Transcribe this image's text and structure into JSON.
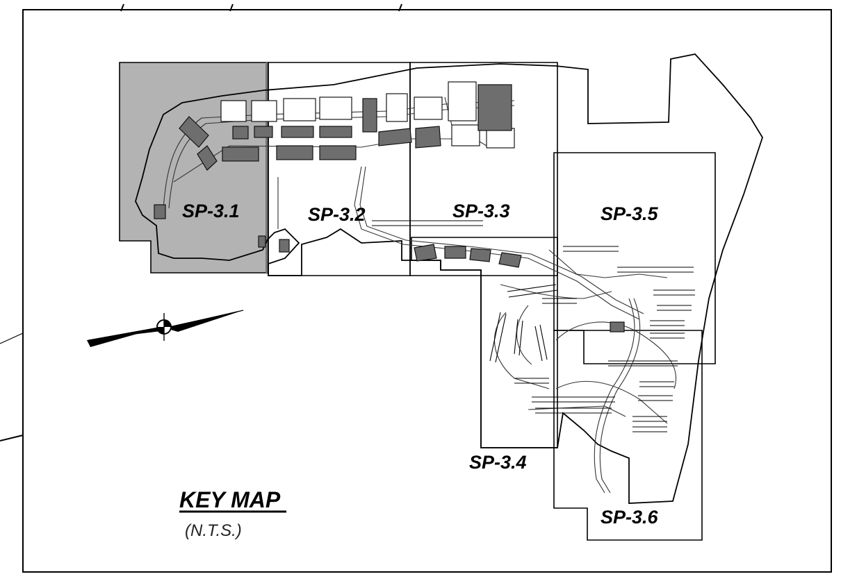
{
  "sheets": [
    {
      "id": "sp31",
      "label": "SP-3.1",
      "highlighted": true
    },
    {
      "id": "sp32",
      "label": "SP-3.2",
      "highlighted": false
    },
    {
      "id": "sp33",
      "label": "SP-3.3",
      "highlighted": false
    },
    {
      "id": "sp34",
      "label": "SP-3.4",
      "highlighted": false
    },
    {
      "id": "sp35",
      "label": "SP-3.5",
      "highlighted": false
    },
    {
      "id": "sp36",
      "label": "SP-3.6",
      "highlighted": false
    }
  ],
  "key_map": {
    "title": "KEY MAP",
    "scale_note": "(N.T.S.)"
  },
  "colors": {
    "highlight_fill": "#b3b3b3",
    "building_fill": "#6e6e6e",
    "line": "#000000",
    "background": "#ffffff"
  },
  "icons": [
    "north-arrow-icon"
  ]
}
